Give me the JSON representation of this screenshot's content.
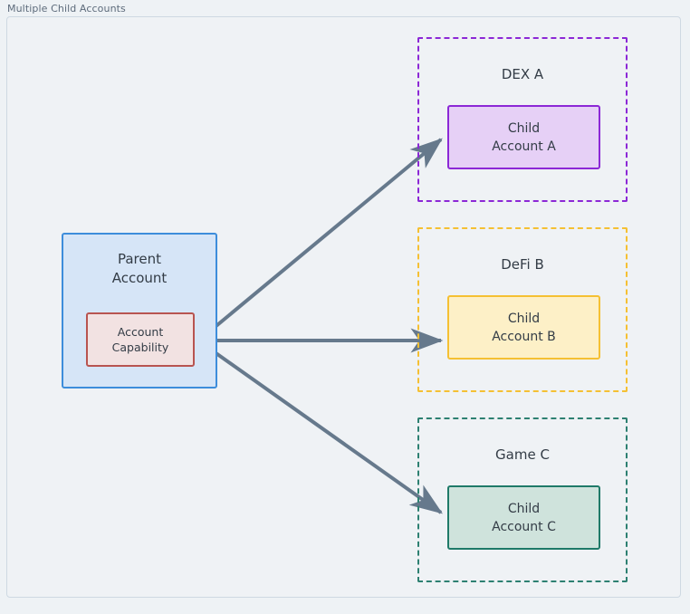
{
  "frame": {
    "title": "Multiple Child Accounts"
  },
  "parent": {
    "name": "Parent Account",
    "label": "Parent\nAccount",
    "capability": {
      "label": "Account\nCapability"
    },
    "colors": {
      "fill": "#d6e5f7",
      "border": "#3d8ddb",
      "capability_fill": "#f2e2e2",
      "capability_border": "#b85450"
    }
  },
  "groups": [
    {
      "id": "dex",
      "label": "DEX A",
      "child_label": "Child\nAccount A",
      "border_color": "#8c28d6",
      "child_fill": "#e6d0f6",
      "child_border": "#8c28d6"
    },
    {
      "id": "defi",
      "label": "DeFi B",
      "child_label": "Child\nAccount B",
      "border_color": "#f5c033",
      "child_fill": "#fdf0c7",
      "child_border": "#f5c033"
    },
    {
      "id": "game",
      "label": "Game C",
      "child_label": "Child\nAccount C",
      "border_color": "#2d8071",
      "child_fill": "#cfe3dc",
      "child_border": "#1f7a68"
    }
  ],
  "edges": [
    {
      "id": "edge-to-child-a",
      "from": "account-capability",
      "to": "child-account-a"
    },
    {
      "id": "edge-to-child-b",
      "from": "account-capability",
      "to": "child-account-b"
    },
    {
      "id": "edge-to-child-c",
      "from": "account-capability",
      "to": "child-account-c"
    }
  ],
  "edge_color": "#66798c",
  "background": "#eef2f5",
  "text_color": "#333c46"
}
